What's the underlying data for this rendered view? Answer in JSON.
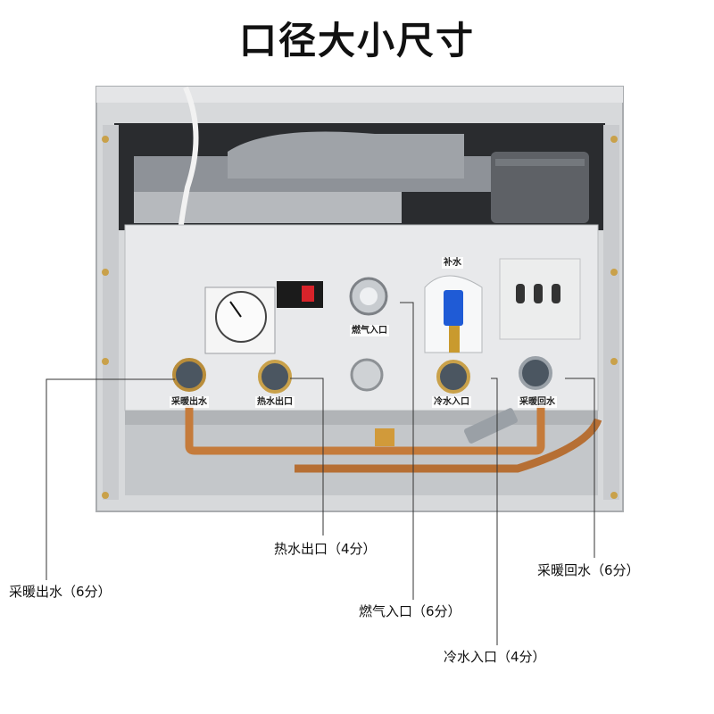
{
  "title": "口径大小尺寸",
  "device_labels": {
    "fill_water": "补水",
    "gas_inlet": "燃气入口",
    "heating_outlet": "采暖出水",
    "hot_water_outlet": "热水出口",
    "cold_water_inlet": "冷水入口",
    "heating_return": "采暖回水"
  },
  "callouts": {
    "hot_water_outlet": "热水出口（4分）",
    "heating_outlet": "采暖出水（6分）",
    "heating_return": "采暖回水（6分）",
    "gas_inlet": "燃气入口（6分）",
    "cold_water_inlet": "冷水入口（4分）"
  }
}
